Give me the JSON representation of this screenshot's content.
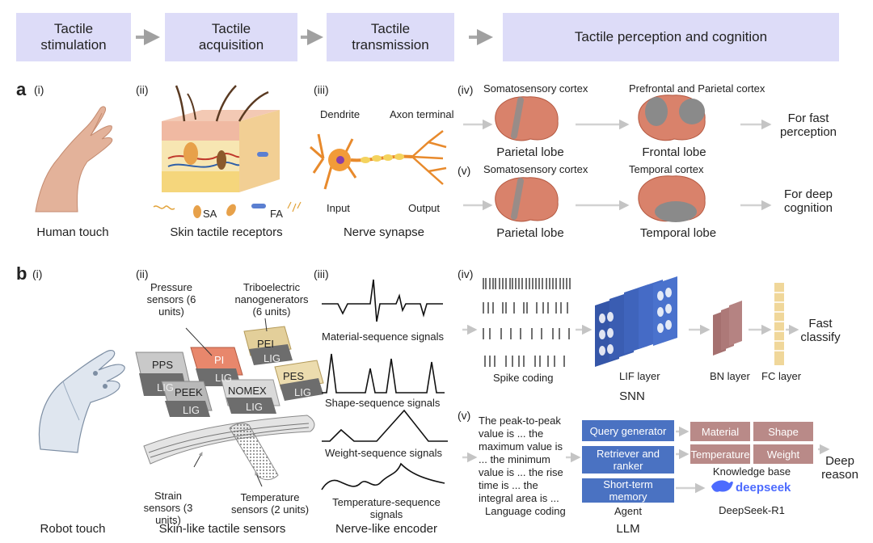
{
  "header": {
    "stimulation": "Tactile stimulation",
    "acquisition": "Tactile acquisition",
    "transmission": "Tactile transmission",
    "perception": "Tactile perception and cognition"
  },
  "panel_a": {
    "letter": "a",
    "i_num": "(i)",
    "ii_num": "(ii)",
    "iii_num": "(iii)",
    "iv_num": "(iv)",
    "v_num": "(v)",
    "human_touch": "Human touch",
    "skin_receptors": "Skin tactile receptors",
    "sa": "SA",
    "fa": "FA",
    "dendrite": "Dendrite",
    "axon_terminal": "Axon terminal",
    "input": "Input",
    "output": "Output",
    "nerve_synapse": "Nerve synapse",
    "somatosensory_1": "Somatosensory cortex",
    "prefrontal": "Prefrontal and Parietal cortex",
    "parietal_1": "Parietal lobe",
    "frontal": "Frontal lobe",
    "fast_perception": "For fast perception",
    "somatosensory_2": "Somatosensory cortex",
    "temporal_cortex": "Temporal cortex",
    "parietal_2": "Parietal lobe",
    "temporal_lobe": "Temporal lobe",
    "deep_cognition": "For deep cognition"
  },
  "panel_b": {
    "letter": "b",
    "i_num": "(i)",
    "ii_num": "(ii)",
    "iii_num": "(iii)",
    "iv_num": "(iv)",
    "v_num": "(v)",
    "robot_touch": "Robot touch",
    "pressure_sensors": "Pressure sensors (6 units)",
    "triboelectric": "Triboelectric nanogenerators (6 units)",
    "pps": "PPS",
    "pi": "PI",
    "peek": "PEEK",
    "nomex": "NOMEX",
    "pei": "PEI",
    "pes": "PES",
    "lig": "LIG",
    "strain_sensors": "Strain sensors (3 units)",
    "temperature_sensors": "Temperature sensors (2 units)",
    "skin_like": "Skin-like tactile sensors",
    "material_signals": "Material-sequence signals",
    "shape_signals": "Shape-sequence signals",
    "weight_signals": "Weight-sequence signals",
    "temperature_signals": "Temperature-sequence signals",
    "nerve_encoder": "Nerve-like encoder",
    "spike_coding": "Spike coding",
    "lif_layer": "LIF layer",
    "bn_layer": "BN layer",
    "fc_layer": "FC layer",
    "snn": "SNN",
    "fast_classify": "Fast classify",
    "language_text": "The peak-to-peak value is ... the maximum value is ... the minimum value is ... the rise time is ... the integral area is ...",
    "language_coding": "Language coding",
    "query_generator": "Query generator",
    "retriever": "Retriever and ranker",
    "memory": "Short-term memory",
    "agent": "Agent",
    "llm": "LLM",
    "material": "Material",
    "shape": "Shape",
    "temperature": "Temperature",
    "weight": "Weight",
    "knowledge_base": "Knowledge base",
    "deepseek_logo": "deepseek",
    "deepseek_r1": "DeepSeek-R1",
    "deep_reason": "Deep reason"
  },
  "colors": {
    "header_box": "#dddcf8",
    "arrow": "#a9a9a9",
    "brain": "#d9826b",
    "llm_blue": "#4a72c2",
    "kb_brown": "#b98a88",
    "snn_blue": "#3556a8",
    "bn_brown": "#a5706f",
    "fc_yellow": "#f0d79a",
    "deepseek_blue": "#4d6bfe"
  }
}
